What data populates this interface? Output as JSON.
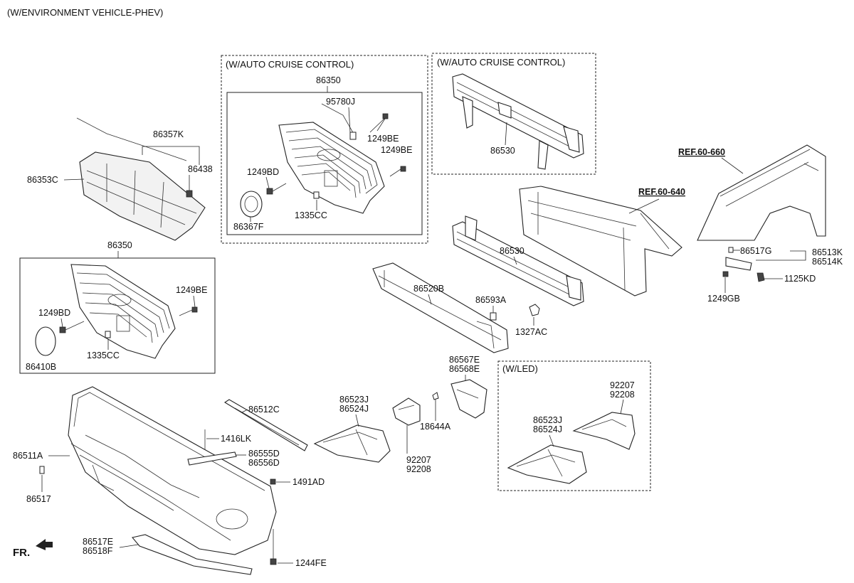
{
  "diagram": {
    "header": "(W/ENVIRONMENT VEHICLE-PHEV)",
    "fr_label": "FR.",
    "boxes": {
      "acc_grille_title": "(W/AUTO CRUISE CONTROL)",
      "acc_grille_num": "86350",
      "acc_rail_title": "(W/AUTO CRUISE CONTROL)",
      "led_title": "(W/LED)",
      "grille_num": "86350"
    },
    "refs": {
      "fender": "REF.60-660",
      "carrier": "REF.60-640"
    },
    "labels": {
      "p86357K": "86357K",
      "p86438": "86438",
      "p86353C": "86353C",
      "p95780J": "95780J",
      "p1249BE_a": "1249BE",
      "p1249BE_b": "1249BE",
      "p1249BD_a": "1249BD",
      "p1335CC_a": "1335CC",
      "p86367F": "86367F",
      "p86530_a": "86530",
      "p86530_b": "86530",
      "p1249BE_c": "1249BE",
      "p1249BD_b": "1249BD",
      "p1335CC_b": "1335CC",
      "p86410B": "86410B",
      "p86520B": "86520B",
      "p86593A": "86593A",
      "p1327AC": "1327AC",
      "p86517G": "86517G",
      "p86513K": "86513K",
      "p86514K": "86514K",
      "p1125KD": "1125KD",
      "p1249GB": "1249GB",
      "p86567E": "86567E",
      "p86568E": "86568E",
      "p92207_a": "92207",
      "p92208_a": "92208",
      "p86523J_a": "86523J",
      "p86524J_a": "86524J",
      "p86512C": "86512C",
      "p86523J_b": "86523J",
      "p86524J_b": "86524J",
      "p18644A": "18644A",
      "p92207_b": "92207",
      "p92208_b": "92208",
      "p1416LK": "1416LK",
      "p86555D": "86555D",
      "p86556D": "86556D",
      "p86511A": "86511A",
      "p86517": "86517",
      "p1491AD": "1491AD",
      "p86517E": "86517E",
      "p86518F": "86518F",
      "p1244FE": "1244FE"
    }
  }
}
